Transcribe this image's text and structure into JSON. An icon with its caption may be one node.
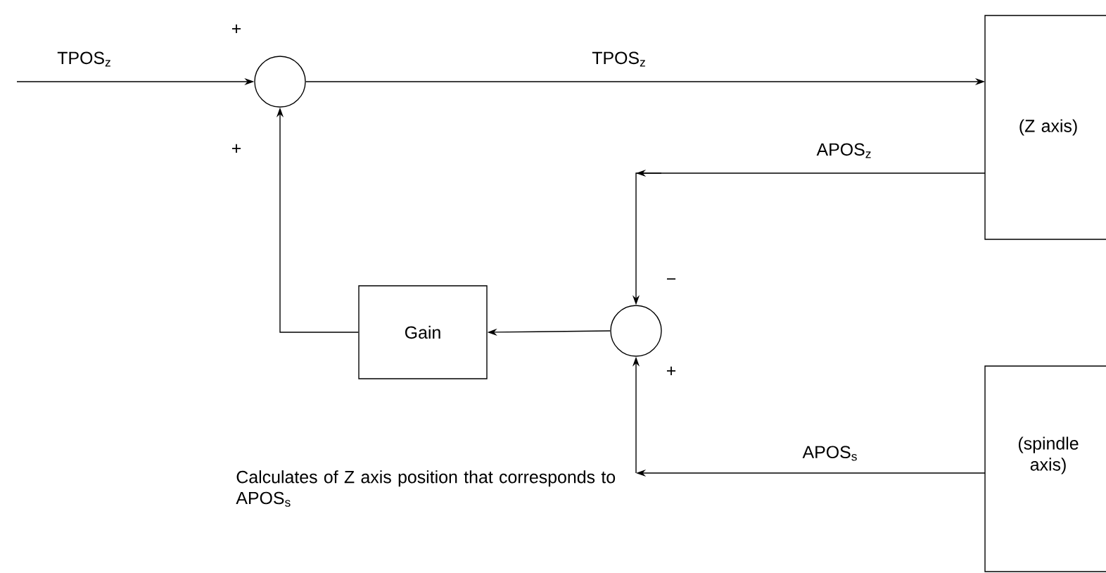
{
  "diagram": {
    "nodes": [
      {
        "text": [],
        "shape": "circle"
      },
      {
        "text": [
          "(Z axis)"
        ]
      },
      {
        "text": [],
        "shape": "circle"
      },
      {
        "text": [
          "Gain"
        ]
      },
      {
        "text": [
          "(spindle axis)"
        ]
      },
      {
        "text": [
          "Calculates of Z axis position that corresponds to APOS$_{s}$"
        ]
      }
    ],
    "edges": [
      {
        "from": null,
        "to": 0,
        "arrow": "to",
        "label": "TPOS$_{z}$"
      },
      {
        "from": 0,
        "to": 1,
        "arrow": "to",
        "label": "TPOS$_{z}$"
      },
      {
        "from": 1,
        "to": 2,
        "arrow": "to",
        "label": "APOS$_{z}$"
      },
      {
        "from": 2,
        "to": 3,
        "arrow": "to"
      },
      {
        "from": 3,
        "to": 0,
        "arrow": "to"
      },
      {
        "from": 4,
        "to": 5,
        "arrow": "to",
        "label": "APOS$_{s}$"
      },
      {
        "from": 5,
        "to": 2,
        "arrow": "to"
      }
    ],
    "labels": [
      "+",
      "+",
      "−",
      "+"
    ]
  }
}
